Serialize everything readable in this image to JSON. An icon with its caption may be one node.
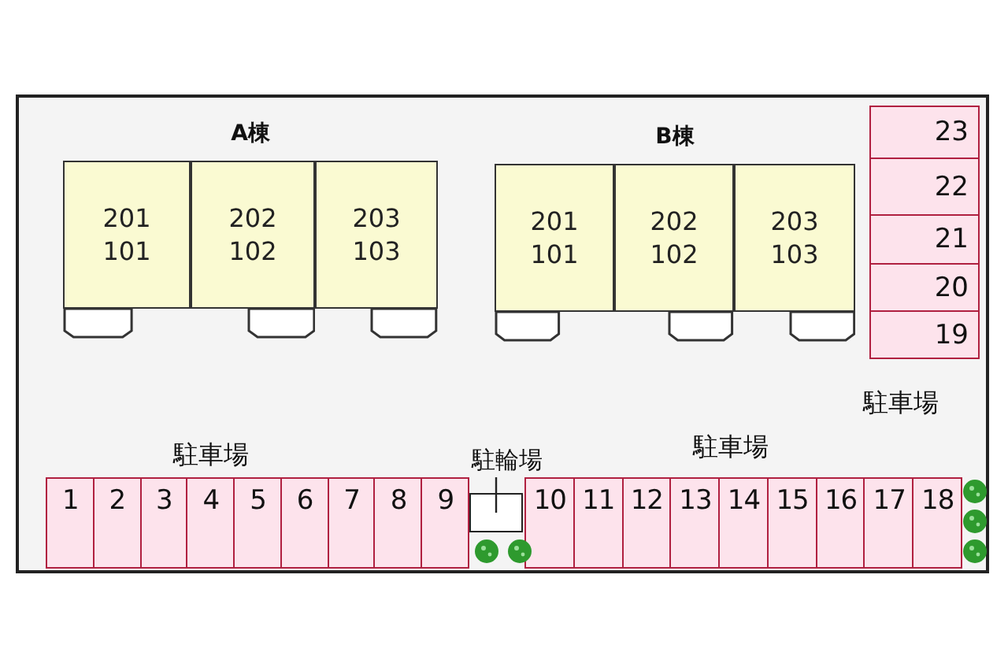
{
  "diagram": {
    "nodes": [
      {
        "text": [
          "A棟"
        ]
      },
      {
        "text": [
          "201",
          "101"
        ],
        "in": 0
      },
      {
        "text": [
          "202",
          "102"
        ],
        "in": 0
      },
      {
        "text": [
          "203",
          "103"
        ],
        "in": 0
      },
      {
        "text": [
          "B棟"
        ]
      },
      {
        "text": [
          "201",
          "101"
        ],
        "in": 4
      },
      {
        "text": [
          "202",
          "102"
        ],
        "in": 4
      },
      {
        "text": [
          "203",
          "103"
        ],
        "in": 4
      },
      {
        "text": [
          "23"
        ]
      },
      {
        "text": [
          "22"
        ]
      },
      {
        "text": [
          "21"
        ]
      },
      {
        "text": [
          "20"
        ]
      },
      {
        "text": [
          "19"
        ]
      },
      {
        "text": [
          "1"
        ]
      },
      {
        "text": [
          "2"
        ]
      },
      {
        "text": [
          "3"
        ]
      },
      {
        "text": [
          "4"
        ]
      },
      {
        "text": [
          "5"
        ]
      },
      {
        "text": [
          "6"
        ]
      },
      {
        "text": [
          "7"
        ]
      },
      {
        "text": [
          "8"
        ]
      },
      {
        "text": [
          "9"
        ]
      },
      {
        "text": [
          "駐輪場"
        ]
      },
      {
        "text": [],
        "shape": "box"
      },
      {
        "text": [
          "10"
        ]
      },
      {
        "text": [
          "11"
        ]
      },
      {
        "text": [
          "12"
        ]
      },
      {
        "text": [
          "13"
        ]
      },
      {
        "text": [
          "14"
        ]
      },
      {
        "text": [
          "15"
        ]
      },
      {
        "text": [
          "16"
        ]
      },
      {
        "text": [
          "17"
        ]
      },
      {
        "text": [
          "18"
        ]
      }
    ],
    "edges": [
      {
        "from": 22,
        "to": 23,
        "arrow": "none"
      }
    ],
    "labels": [
      "駐車場",
      "駐車場",
      "駐車場"
    ]
  }
}
